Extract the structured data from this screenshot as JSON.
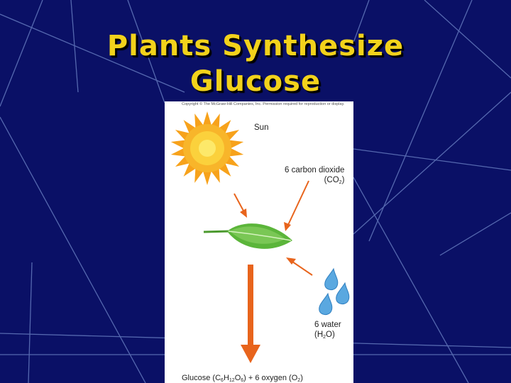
{
  "slide": {
    "title_line1": "Plants Synthesize",
    "title_line2": "Glucose",
    "colors": {
      "background": "#0a1066",
      "title": "#f2d21b",
      "arrow": "#e8641c",
      "leaf": "#5bb53a",
      "water": "#5aa8e0",
      "sun": "#f7a21b"
    }
  },
  "diagram": {
    "copyright": "Copyright © The McGraw-Hill Companies, Inc. Permission required for reproduction or display.",
    "sun_label": "Sun",
    "co2_label": "6 carbon dioxide",
    "co2_formula": {
      "prefix": "(CO",
      "sub": "2",
      "suffix": ")"
    },
    "water_label": "6 water",
    "water_formula": {
      "prefix": "(H",
      "sub": "2",
      "suffix": "O)"
    },
    "equation": {
      "glucose": "Glucose (C",
      "c_sub": "6",
      "h": "H",
      "h_sub": "12",
      "o": "O",
      "o_sub": "6",
      "mid": ") + 6 oxygen (O",
      "o2_sub": "2",
      "end": ")"
    },
    "icons": [
      "sun-icon",
      "leaf-icon",
      "water-drops-icon",
      "arrow-icon"
    ]
  }
}
